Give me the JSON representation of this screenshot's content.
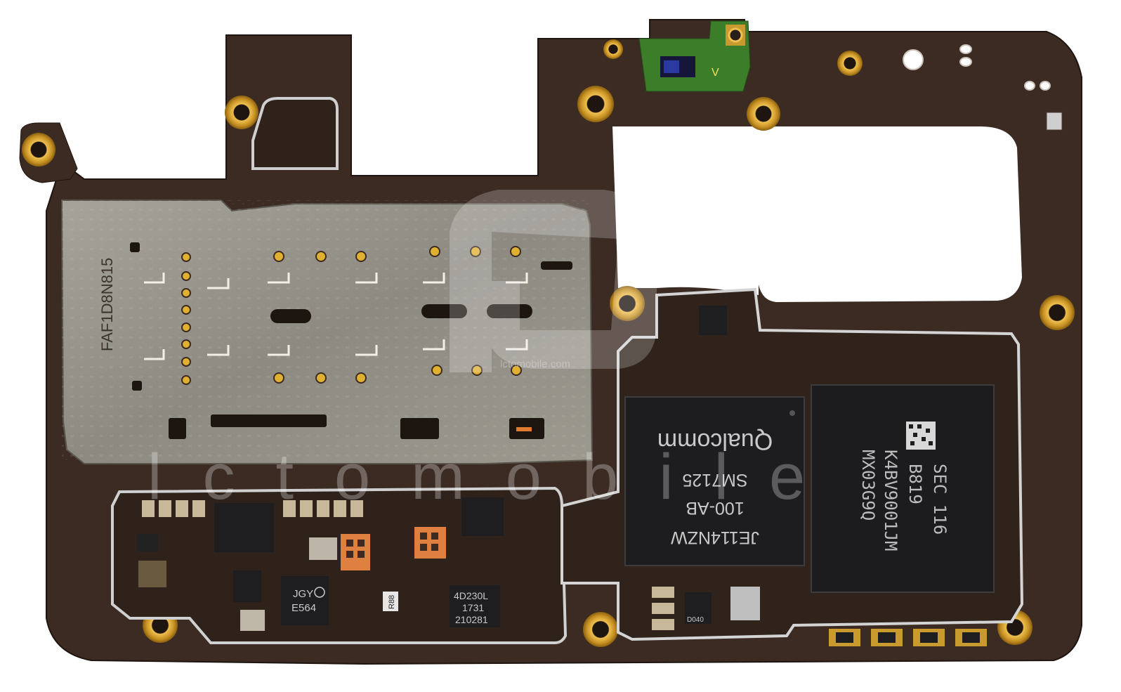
{
  "photo": {
    "subject": "smartphone-mainboard"
  },
  "sim_tray": {
    "marking": "FAF1D8N815"
  },
  "soc": {
    "code": "JE114NZW",
    "part": "SM7125",
    "variant": "100-AB",
    "brand": "Qualcomm"
  },
  "memory": {
    "lines": [
      "SEC 116",
      "B819",
      "K4BV9001JM",
      "MX03G9Q"
    ]
  },
  "pmic_a": {
    "line1": "JGY",
    "line2": "E564"
  },
  "pmic_b": {
    "lines": [
      "4D230L",
      "1731",
      "210281"
    ]
  },
  "small_marks": {
    "resistor": "R88",
    "ic": "D040"
  },
  "watermark": {
    "text": "lctomobile",
    "inner": "lctomobile.com"
  },
  "colors": {
    "board": "#3a2a22",
    "board_dark": "#2b1e18",
    "gold": "#c99a2e",
    "shield": "#b8b8b5",
    "chip": "#1c1c1e",
    "flex_green": "#3a7a2a",
    "copper_pad": "#e08040"
  }
}
